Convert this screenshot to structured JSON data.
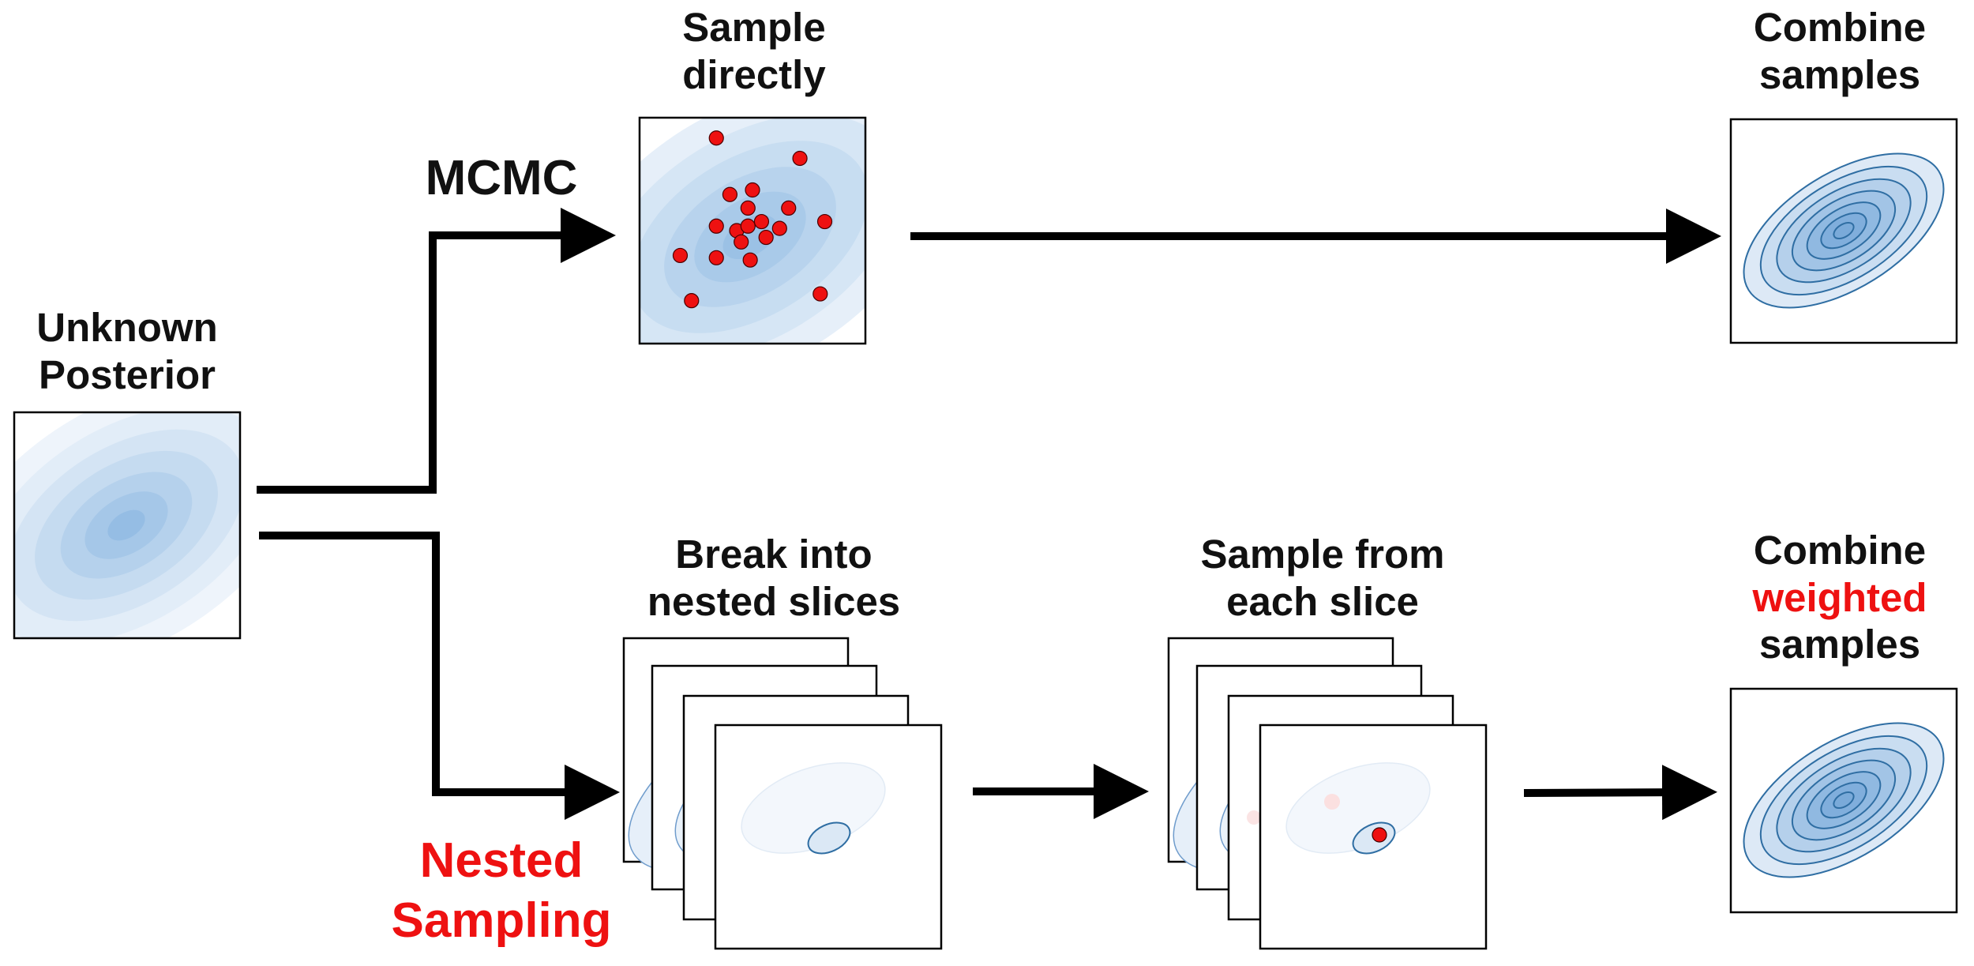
{
  "labels": {
    "unknown_posterior": [
      "Unknown",
      "Posterior"
    ],
    "sample_directly": [
      "Sample",
      "directly"
    ],
    "mcmc": "MCMC",
    "combine_samples": [
      "Combine",
      "samples"
    ],
    "break_slices": [
      "Break into",
      "nested slices"
    ],
    "sample_each_slice": [
      "Sample from",
      "each slice"
    ],
    "combine_weighted": [
      "Combine",
      "weighted",
      "samples"
    ],
    "nested_sampling": [
      "Nested",
      "Sampling"
    ]
  },
  "colors": {
    "arrow": "#000000",
    "sample_point": "#ee1111",
    "highlight_text": "#ee1111",
    "contour_fill": "#8ab8e0",
    "contour_stroke": "#2f6ea3",
    "frame": "#000000"
  },
  "mcmc_sample_points": [
    [
      0.34,
      0.09
    ],
    [
      0.71,
      0.18
    ],
    [
      0.4,
      0.34
    ],
    [
      0.5,
      0.32
    ],
    [
      0.48,
      0.4
    ],
    [
      0.66,
      0.4
    ],
    [
      0.34,
      0.48
    ],
    [
      0.43,
      0.5
    ],
    [
      0.48,
      0.48
    ],
    [
      0.54,
      0.46
    ],
    [
      0.62,
      0.49
    ],
    [
      0.82,
      0.46
    ],
    [
      0.45,
      0.55
    ],
    [
      0.56,
      0.53
    ],
    [
      0.18,
      0.61
    ],
    [
      0.34,
      0.62
    ],
    [
      0.49,
      0.63
    ],
    [
      0.8,
      0.78
    ],
    [
      0.23,
      0.81
    ]
  ]
}
